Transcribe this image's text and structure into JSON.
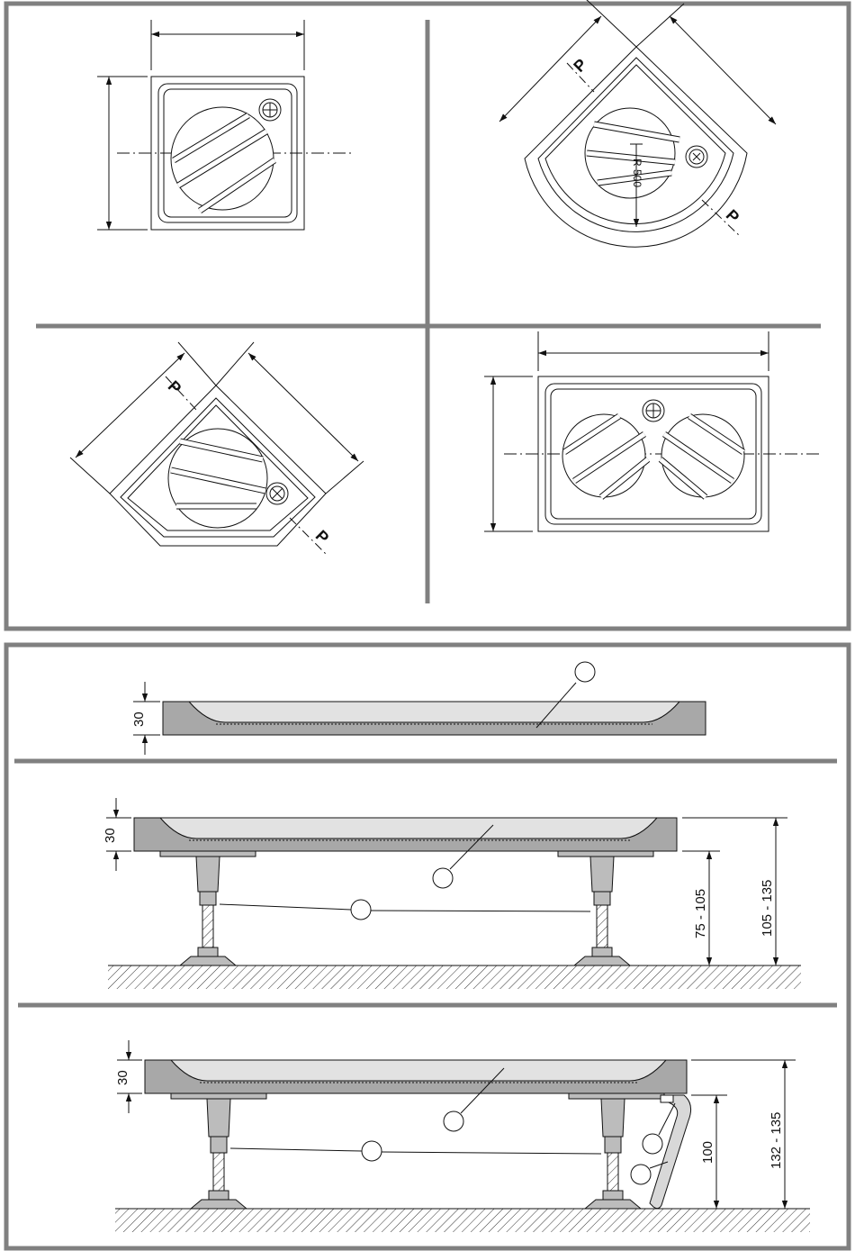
{
  "plan_views": {
    "square": {},
    "quadrant": {
      "side_label": "P",
      "radius_label": "R 500"
    },
    "pentagon": {
      "side_label": "P"
    },
    "rectangle": {}
  },
  "profiles": {
    "flat_tray": {
      "height_label": "30"
    },
    "legs_tray": {
      "tray_height_label": "30",
      "leg_range_label": "75 - 105",
      "total_range_label": "105 - 135"
    },
    "panel_tray": {
      "tray_height_label": "30",
      "panel_height_label": "100",
      "total_range_label": "132 - 135"
    }
  },
  "colors": {
    "frame": "#808080",
    "tray_body": "#a8a8a8",
    "tray_basin": "#e2e2e2",
    "leg": "#bcbcbc",
    "line": "#111111"
  }
}
